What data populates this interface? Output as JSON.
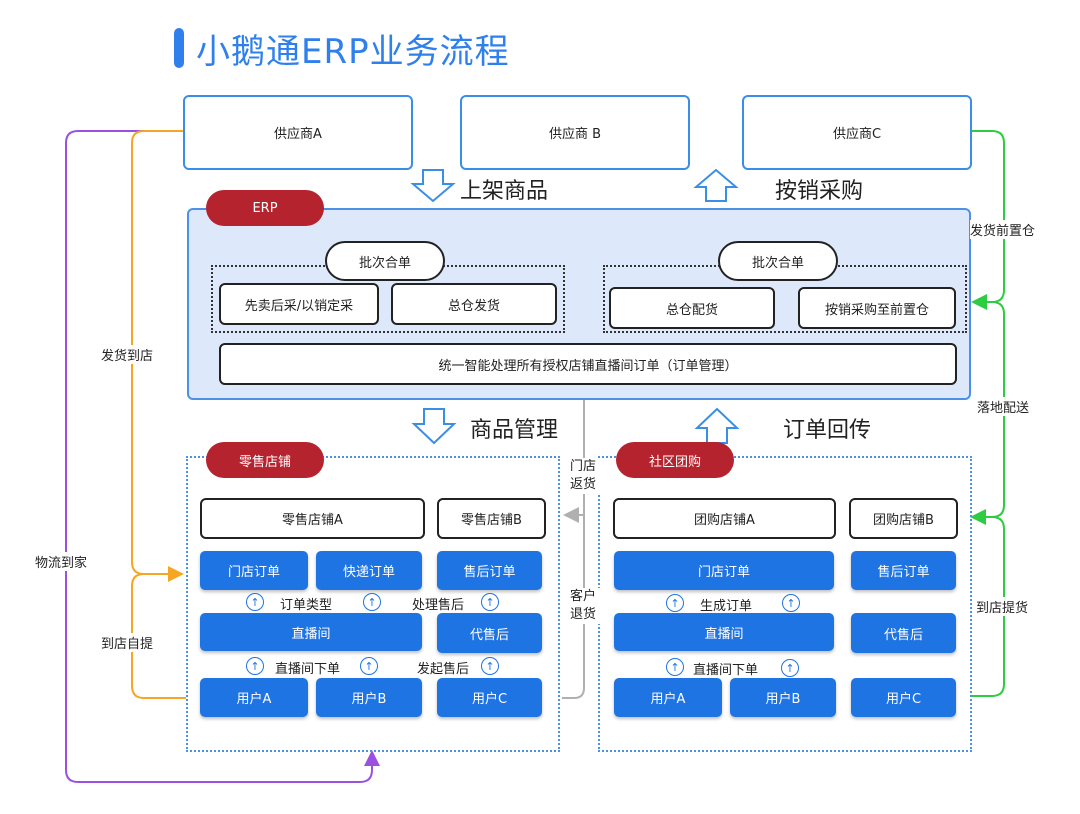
{
  "title": "小鹅通ERP业务流程",
  "suppliers": [
    "供应商A",
    "供应商 B",
    "供应商C"
  ],
  "flow": {
    "list_goods": "上架商品",
    "purchase_by_sales": "按销采购",
    "goods_mgmt": "商品管理",
    "order_return": "订单回传"
  },
  "erp": {
    "badge": "ERP",
    "left_merge": "批次合单",
    "left_item1": "先卖后采/以销定采",
    "left_item2": "总仓发货",
    "right_merge": "批次合单",
    "right_item1": "总仓配货",
    "right_item2": "按销采购至前置仓",
    "unified": "统一智能处理所有授权店铺直播间订单（订单管理）"
  },
  "retail": {
    "badge": "零售店铺",
    "storeA": "零售店铺A",
    "storeB": "零售店铺B",
    "store_order": "门店订单",
    "express_order": "快递订单",
    "aftersale_order": "售后订单",
    "order_type": "订单类型",
    "handle_aftersale": "处理售后",
    "live_room": "直播间",
    "agent_aftersale": "代售后",
    "live_order": "直播间下单",
    "start_aftersale": "发起售后",
    "userA": "用户A",
    "userB": "用户B",
    "userC": "用户C"
  },
  "group": {
    "badge": "社区团购",
    "storeA": "团购店铺A",
    "storeB": "团购店铺B",
    "store_order": "门店订单",
    "aftersale_order": "售后订单",
    "gen_order": "生成订单",
    "live_room": "直播间",
    "agent_aftersale": "代售后",
    "live_order": "直播间下单",
    "userA": "用户A",
    "userB": "用户B",
    "userC": "用户C"
  },
  "side_labels": {
    "ship_to_store": "发货到店",
    "logistics_home": "物流到家",
    "self_pickup": "到店自提",
    "ship_front_wh": "发货前置仓",
    "local_delivery": "落地配送",
    "store_pickup": "到店提货",
    "store_return": "门店返货",
    "customer_return": "客户退货"
  },
  "colors": {
    "accent_blue": "#2f80ed",
    "button_blue": "#1f74e4",
    "badge_red": "#b5232f",
    "orange": "#f5a623",
    "purple": "#9b51e0",
    "green": "#2ecc40",
    "gray": "#b0b0b0"
  },
  "icons": [
    "down-arrow-icon",
    "up-arrow-icon",
    "up-circle-icon"
  ]
}
